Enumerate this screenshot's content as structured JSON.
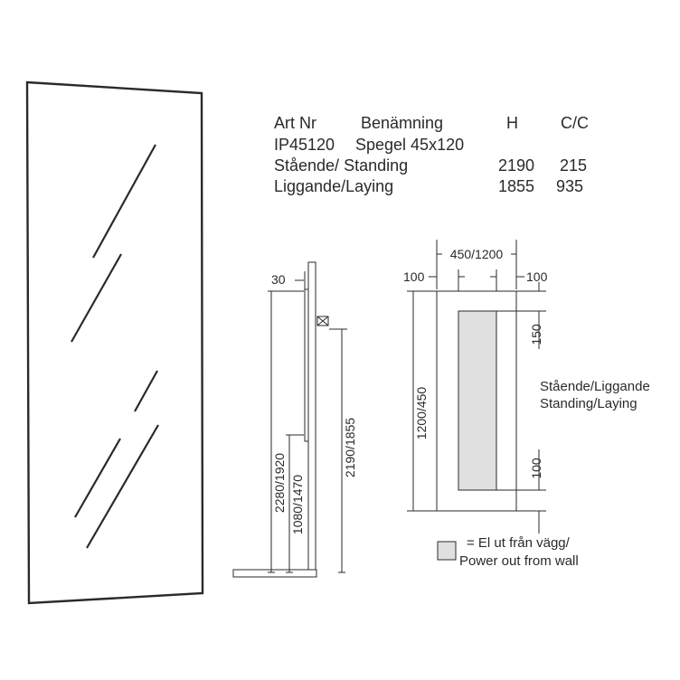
{
  "spec_table": {
    "headers": {
      "art_nr": "Art Nr",
      "name": "Benämning",
      "h": "H",
      "cc": "C/C"
    },
    "product": {
      "code": "IP45120",
      "name": "Spegel 45x120"
    },
    "rows": [
      {
        "label": "Stående/ Standing",
        "h": "2190",
        "cc": "215"
      },
      {
        "label": "Liggande/Laying",
        "h": "1855",
        "cc": "935"
      }
    ]
  },
  "side_view": {
    "thickness": "30",
    "total_height": "2280/1920",
    "bottom_height": "1080/1470",
    "mount_height": "2190/1855"
  },
  "front_view": {
    "width": "450/1200",
    "margin_left": "100",
    "margin_right": "100",
    "height": "1200/450",
    "top_offset": "150",
    "bottom_offset": "100",
    "orientation_line1": "Stående/Liggande",
    "orientation_line2": "Standing/Laying"
  },
  "legend": {
    "line1": "= El ut från vägg/",
    "line2": "Power out from wall",
    "swatch_color": "#e0e0e0"
  }
}
